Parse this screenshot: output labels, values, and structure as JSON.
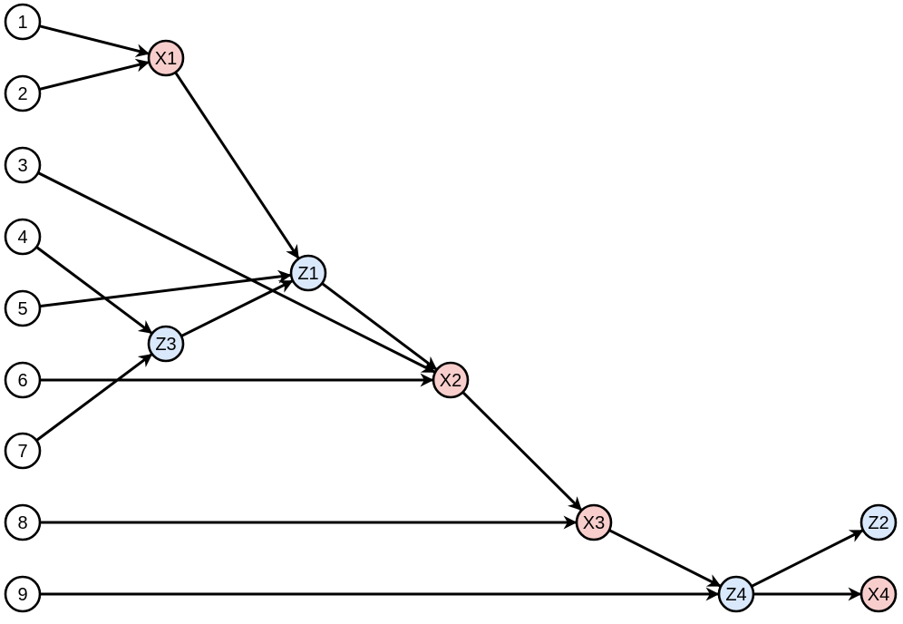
{
  "colors": {
    "input_fill": "#ffffff",
    "x_fill": "#f8cecc",
    "z_fill": "#dae8fc",
    "stroke": "#000000"
  },
  "nodes": [
    {
      "id": "n1",
      "label": "1",
      "kind": "input"
    },
    {
      "id": "n2",
      "label": "2",
      "kind": "input"
    },
    {
      "id": "n3",
      "label": "3",
      "kind": "input"
    },
    {
      "id": "n4",
      "label": "4",
      "kind": "input"
    },
    {
      "id": "n5",
      "label": "5",
      "kind": "input"
    },
    {
      "id": "n6",
      "label": "6",
      "kind": "input"
    },
    {
      "id": "n7",
      "label": "7",
      "kind": "input"
    },
    {
      "id": "n8",
      "label": "8",
      "kind": "input"
    },
    {
      "id": "n9",
      "label": "9",
      "kind": "input"
    },
    {
      "id": "x1",
      "label": "X1",
      "kind": "x"
    },
    {
      "id": "x2",
      "label": "X2",
      "kind": "x"
    },
    {
      "id": "x3",
      "label": "X3",
      "kind": "x"
    },
    {
      "id": "x4",
      "label": "X4",
      "kind": "x"
    },
    {
      "id": "z1",
      "label": "Z1",
      "kind": "z"
    },
    {
      "id": "z2",
      "label": "Z2",
      "kind": "z"
    },
    {
      "id": "z3",
      "label": "Z3",
      "kind": "z"
    },
    {
      "id": "z4",
      "label": "Z4",
      "kind": "z"
    }
  ],
  "edges": [
    {
      "from": "n1",
      "to": "x1"
    },
    {
      "from": "n2",
      "to": "x1"
    },
    {
      "from": "x1",
      "to": "z1"
    },
    {
      "from": "n3",
      "to": "x2"
    },
    {
      "from": "n4",
      "to": "z3"
    },
    {
      "from": "n5",
      "to": "z1"
    },
    {
      "from": "z3",
      "to": "z1"
    },
    {
      "from": "z1",
      "to": "x2"
    },
    {
      "from": "n6",
      "to": "x2"
    },
    {
      "from": "n7",
      "to": "z3"
    },
    {
      "from": "x2",
      "to": "x3"
    },
    {
      "from": "n8",
      "to": "x3"
    },
    {
      "from": "x3",
      "to": "z4"
    },
    {
      "from": "n9",
      "to": "z4"
    },
    {
      "from": "z4",
      "to": "z2"
    },
    {
      "from": "z4",
      "to": "x4"
    }
  ]
}
